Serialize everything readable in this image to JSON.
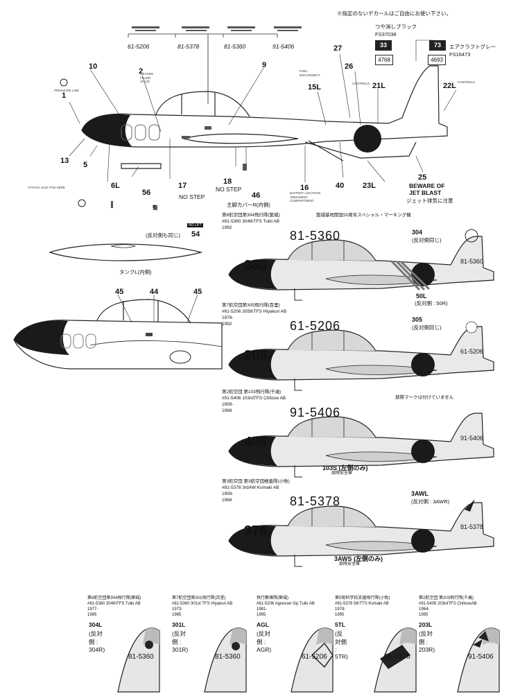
{
  "note": "※指定のないデカールはご自由にお使い下さい。",
  "colors": {
    "flat_black": "つや消しブラック",
    "flat_black_fs": "FS37038",
    "flat_black_code": "33",
    "flat_black_num": "4768",
    "gray": "エアクラフトグレー",
    "gray_fs": "FS16473",
    "gray_code": "73",
    "gray_num": "4693"
  },
  "top_serials": [
    "61-5206",
    "81-5378",
    "81-5360",
    "91-5406"
  ],
  "callouts": {
    "c1": "1",
    "c2": "2",
    "c5": "5",
    "c6l": "6L",
    "c9": "9",
    "c10": "10",
    "c13": "13",
    "c15l": "15L",
    "c16": "16",
    "c17": "17",
    "c18": "18",
    "c21l": "21L",
    "c22l": "22L",
    "c23l": "23L",
    "c25": "25",
    "c26": "26",
    "c27": "27",
    "c40": "40",
    "c46": "46",
    "c54": "54",
    "c56": "56",
    "c44": "44",
    "c45a": "45",
    "c45b": "45"
  },
  "stencils": {
    "no_step_1": "NO STEP",
    "no_step_2": "NO STEP",
    "beware_1": "BEWARE OF",
    "beware_2": "JET BLAST",
    "beware_jp": "ジェット排気に注意",
    "no_lift": "NO LIFT",
    "main_gear_cover": "主脚カバーR(内側)",
    "tank_inner": "タンクL(内側)",
    "opposite_same": "(反対側も同じ)",
    "attach_jack": "ATTACH JACK PAD HERE",
    "pressure_line": "PRESSURE LINE",
    "oxygen_filler": "OXYGEN FILLER VALVE",
    "controls_l": "CONTROLS",
    "controls_r": "CONTROLS",
    "battery": "BATTERY LOCATION ARMAMENT COMPARTMENT",
    "fuel_disconnect": "FUEL DISCONNECT",
    "mark_jp": "整"
  },
  "profiles": [
    {
      "cap_jp": "第8航空団第304飛行隊(築城)",
      "cap_en": "#81-5360 304thTFS Tuiki AB",
      "years": "1992",
      "special": "築城基地開設50周年スペシャル・マーキング機",
      "serial": "81-5360",
      "nose": "360",
      "tail_serial": "81-5360",
      "mark": "304",
      "mark_opp": "(反対側同じ)",
      "extra": "50L",
      "extra_opp": "(反対側 : 50R)"
    },
    {
      "cap_jp": "第7航空団第305飛行隊(百里)",
      "cap_en": "#61-5206 305thTFS Hiyakuri AB",
      "years": "1978-1992",
      "serial": "61-5206",
      "nose": "206",
      "tail_serial": "61-5206",
      "mark": "305",
      "mark_opp": "(反対側同じ)"
    },
    {
      "cap_jp": "第2航空団 第103飛行隊(千歳)",
      "cap_en": "#91-5406 103rdTFS Chitose AB",
      "years": "1959-1968",
      "serial": "91-5406",
      "nose": "406",
      "tail_serial": "91-5406",
      "note": "部隊マークは付けていません",
      "extra": "103S (左側のみ)",
      "extra_sub": "部隊安全章"
    },
    {
      "cap_jp": "第3航空団 第3航空団検査隊(小牧)",
      "cap_en": "#81-5378 3rdAW Komaki AB",
      "years": "1959-1968",
      "serial": "81-5378",
      "nose": "378",
      "tail_serial": "81-5378",
      "mark": "3AWL",
      "mark_opp": "(反対側 : 3AWR)",
      "extra": "3AWS (左側のみ)",
      "extra_sub": "部隊安全章"
    }
  ],
  "tails": [
    {
      "cap_jp": "第8航空団第304飛行隊(築城)",
      "cap_en": "#81-5360 304thTFS Tuiki AB",
      "years": "1977-1995",
      "code": "304L",
      "opp": "(反対側 : 304R)",
      "serial": "81-5360"
    },
    {
      "cap_jp": "第7航空団第301飛行隊(百里)",
      "cap_en": "#81-5360 301st TFS Hiyakuri AB",
      "years": "1973-1985",
      "code": "301L",
      "opp": "(反対側 : 301R)",
      "serial": "81-5360"
    },
    {
      "cap_jp": "飛行教導隊(築城)",
      "cap_en": "#61-5206 Agresser Gp.Tuiki AB",
      "years": "1981-1995",
      "code": "AGL",
      "opp": "(反対側 : AGR)",
      "serial": "61-5206"
    },
    {
      "cap_jp": "第5術科学校支援飛行隊(小牧)",
      "cap_en": "#81-5378 5thTTS Komaki AB",
      "years": "1978-1995",
      "code": "5TL",
      "opp": "(反対側 : 5TR)",
      "serial": "81-5378"
    },
    {
      "cap_jp": "第2航空団 第203飛行隊(千歳)",
      "cap_en": "#91-5406 203rdTFS ChitoseAB",
      "years": "1964-1995",
      "code": "203L",
      "opp": "(反対側 : 203R)",
      "serial": "91-5406"
    }
  ]
}
